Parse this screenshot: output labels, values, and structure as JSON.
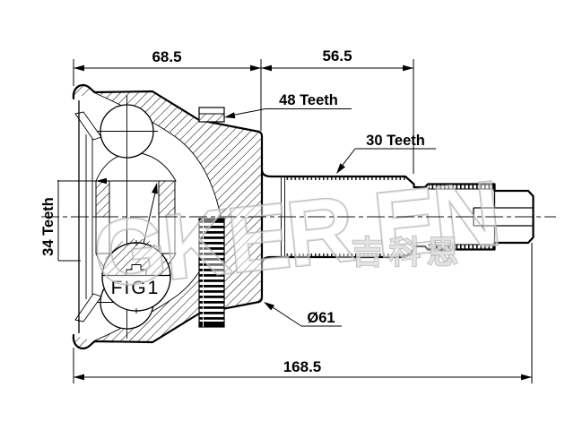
{
  "drawing": {
    "title_part": "cv-joint-outer-technical-drawing",
    "dimensions": {
      "top_left": "68.5",
      "top_right": "56.5",
      "overall_length": "168.5",
      "diameter": "Ø61"
    },
    "labels": {
      "teeth_outer_ring": "48 Teeth",
      "teeth_shaft_spline": "30 Teeth",
      "teeth_inner_spline": "34 Teeth",
      "detail_view": "FIG1"
    },
    "watermark": {
      "text": "GKER EN",
      "cjk": "吉科恩",
      "color": "#aeaeae"
    },
    "colors": {
      "line": "#000000",
      "background": "#ffffff"
    }
  }
}
